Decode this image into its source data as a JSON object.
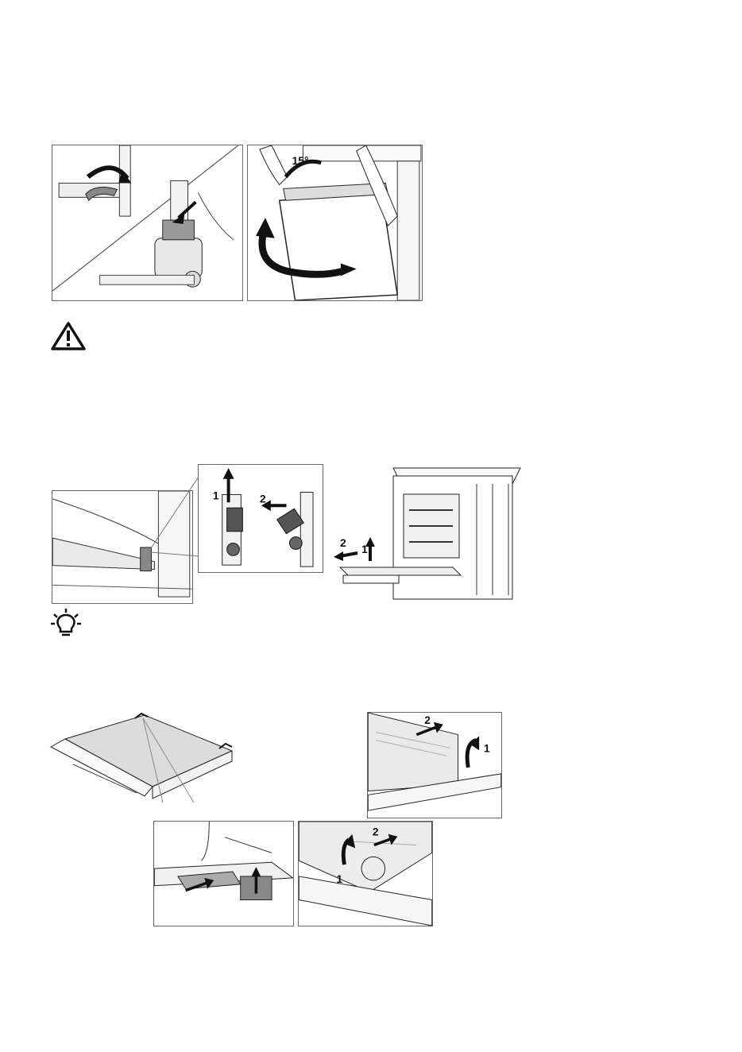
{
  "figure1": {
    "angle_label": "15°"
  },
  "figure2": {
    "step_1": "1",
    "step_2": "2",
    "step_1b": "1",
    "step_2b": "2"
  },
  "figure3": {
    "step_1a": "1",
    "step_2a": "2",
    "step_1b": "1",
    "step_2b": "2"
  },
  "icons": {
    "warning": "warning-triangle-icon",
    "tip": "light-bulb-icon"
  }
}
